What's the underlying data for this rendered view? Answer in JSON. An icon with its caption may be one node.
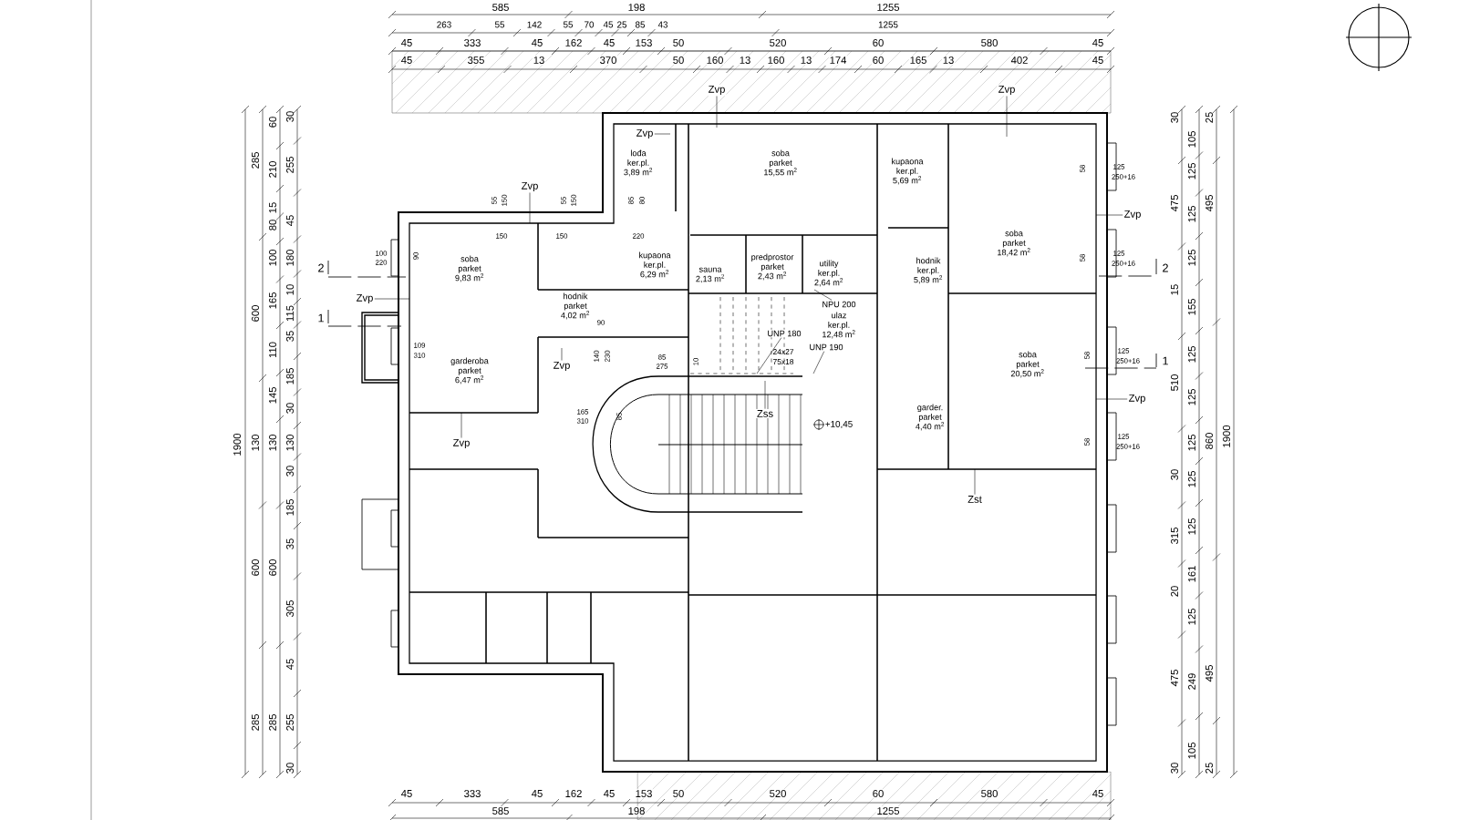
{
  "diagram": {
    "nodes": [
      {
        "text": [
          "soba",
          "parket",
          "9,83 m$^{2}$"
        ]
      },
      {
        "text": [
          "lođa",
          "ker.pl.",
          "3,89 m$^{2}$"
        ]
      },
      {
        "text": [
          "soba",
          "parket",
          "15,55 m$^{2}$"
        ]
      },
      {
        "text": [
          "kupaona",
          "ker.pl.",
          "6,29 m$^{2}$"
        ]
      },
      {
        "text": [
          "sauna",
          "2,13 m$^{2}$"
        ]
      },
      {
        "text": [
          "predprostor",
          "parket",
          "2,43 m$^{2}$"
        ]
      },
      {
        "text": [
          "utility",
          "ker.pl.",
          "2,64 m$^{2}$"
        ]
      },
      {
        "text": [
          "hodnik",
          "parket",
          "4,02 m$^{2}$"
        ]
      },
      {
        "text": [
          "garderoba",
          "parket",
          "6,47 m$^{2}$"
        ]
      },
      {
        "text": [
          "ulaz",
          "ker.pl.",
          "12,48 m$^{2}$"
        ]
      },
      {
        "text": [
          "kupaona",
          "ker.pl.",
          "5,69 m$^{2}$"
        ]
      },
      {
        "text": [
          "soba",
          "parket",
          "18,42 m$^{2}$"
        ]
      },
      {
        "text": [
          "hodnik",
          "ker.pl.",
          "5,89 m$^{2}$"
        ]
      },
      {
        "text": [
          "soba",
          "parket",
          "20,50 m$^{2}$"
        ]
      },
      {
        "text": [
          "garder.",
          "parket",
          "4,40 m$^{2}$"
        ]
      },
      {
        "text": [
          "Zvp"
        ]
      },
      {
        "text": [
          "Zvp"
        ]
      },
      {
        "text": [
          "Zvp"
        ]
      },
      {
        "text": [
          "Zvp"
        ]
      },
      {
        "text": [
          "Zvp"
        ]
      },
      {
        "text": [
          "Zvp"
        ]
      },
      {
        "text": [
          "Zvp"
        ]
      },
      {
        "text": [
          "Zvp"
        ]
      },
      {
        "text": [
          "Zvp"
        ]
      },
      {
        "text": [
          "Zss"
        ]
      },
      {
        "text": [
          "Zst"
        ]
      },
      {
        "text": [
          "NPU 200"
        ]
      },
      {
        "text": [
          "UNP 180"
        ]
      },
      {
        "text": [
          "UNP 190"
        ]
      }
    ],
    "edges": [
      {
        "from": 15,
        "to": null,
        "arrow": "none"
      },
      {
        "from": 16,
        "to": null,
        "arrow": "none"
      },
      {
        "from": 17,
        "to": null,
        "arrow": "none"
      },
      {
        "from": 18,
        "to": null,
        "arrow": "none"
      },
      {
        "from": 19,
        "to": null,
        "arrow": "none"
      },
      {
        "from": 20,
        "to": null,
        "arrow": "none"
      },
      {
        "from": 21,
        "to": null,
        "arrow": "none"
      },
      {
        "from": 22,
        "to": null,
        "arrow": "none"
      },
      {
        "from": 23,
        "to": null,
        "arrow": "none"
      },
      {
        "from": 24,
        "to": null,
        "arrow": "none"
      },
      {
        "from": 25,
        "to": null,
        "arrow": "none"
      },
      {
        "from": 26,
        "to": null,
        "arrow": "none"
      },
      {
        "from": 27,
        "to": null,
        "arrow": "none"
      },
      {
        "from": 28,
        "to": null,
        "arrow": "none"
      }
    ],
    "labels": [
      "585",
      "198",
      "1255",
      "263",
      "55",
      "142",
      "55",
      "70",
      "45",
      "25",
      "85",
      "43",
      "1255",
      "45",
      "333",
      "45",
      "162",
      "45",
      "153",
      "50",
      "520",
      "60",
      "580",
      "45",
      "45",
      "355",
      "13",
      "370",
      "50",
      "160",
      "13",
      "160",
      "13",
      "174",
      "60",
      "165",
      "13",
      "402",
      "45",
      "1900",
      "285",
      "600",
      "130",
      "600",
      "285",
      "60",
      "210",
      "15",
      "80",
      "100",
      "165",
      "110",
      "145",
      "130",
      "600",
      "285",
      "30",
      "255",
      "45",
      "180",
      "10",
      "115",
      "35",
      "185",
      "30",
      "130",
      "30",
      "185",
      "35",
      "305",
      "45",
      "255",
      "30",
      "30",
      "475",
      "15",
      "510",
      "30",
      "315",
      "20",
      "475",
      "30",
      "105",
      "125",
      "125",
      "125",
      "155",
      "125",
      "125",
      "125",
      "125",
      "125",
      "161",
      "125",
      "249",
      "105",
      "25",
      "495",
      "860",
      "495",
      "25",
      "1900",
      "45",
      "333",
      "45",
      "162",
      "45",
      "153",
      "50",
      "520",
      "60",
      "580",
      "45",
      "585",
      "198",
      "1255",
      "100",
      "220",
      "109",
      "310",
      "165",
      "310",
      "85",
      "58",
      "125",
      "250+16",
      "58",
      "125",
      "250+16",
      "58",
      "125",
      "250+16",
      "58",
      "125",
      "250+16",
      "55",
      "150",
      "55",
      "150",
      "85",
      "80",
      "150",
      "150",
      "220",
      "90",
      "90",
      "140",
      "230",
      "85",
      "275",
      "10",
      "24x27",
      "75x18",
      "+10,45",
      "2",
      "1",
      "2",
      "1"
    ]
  }
}
